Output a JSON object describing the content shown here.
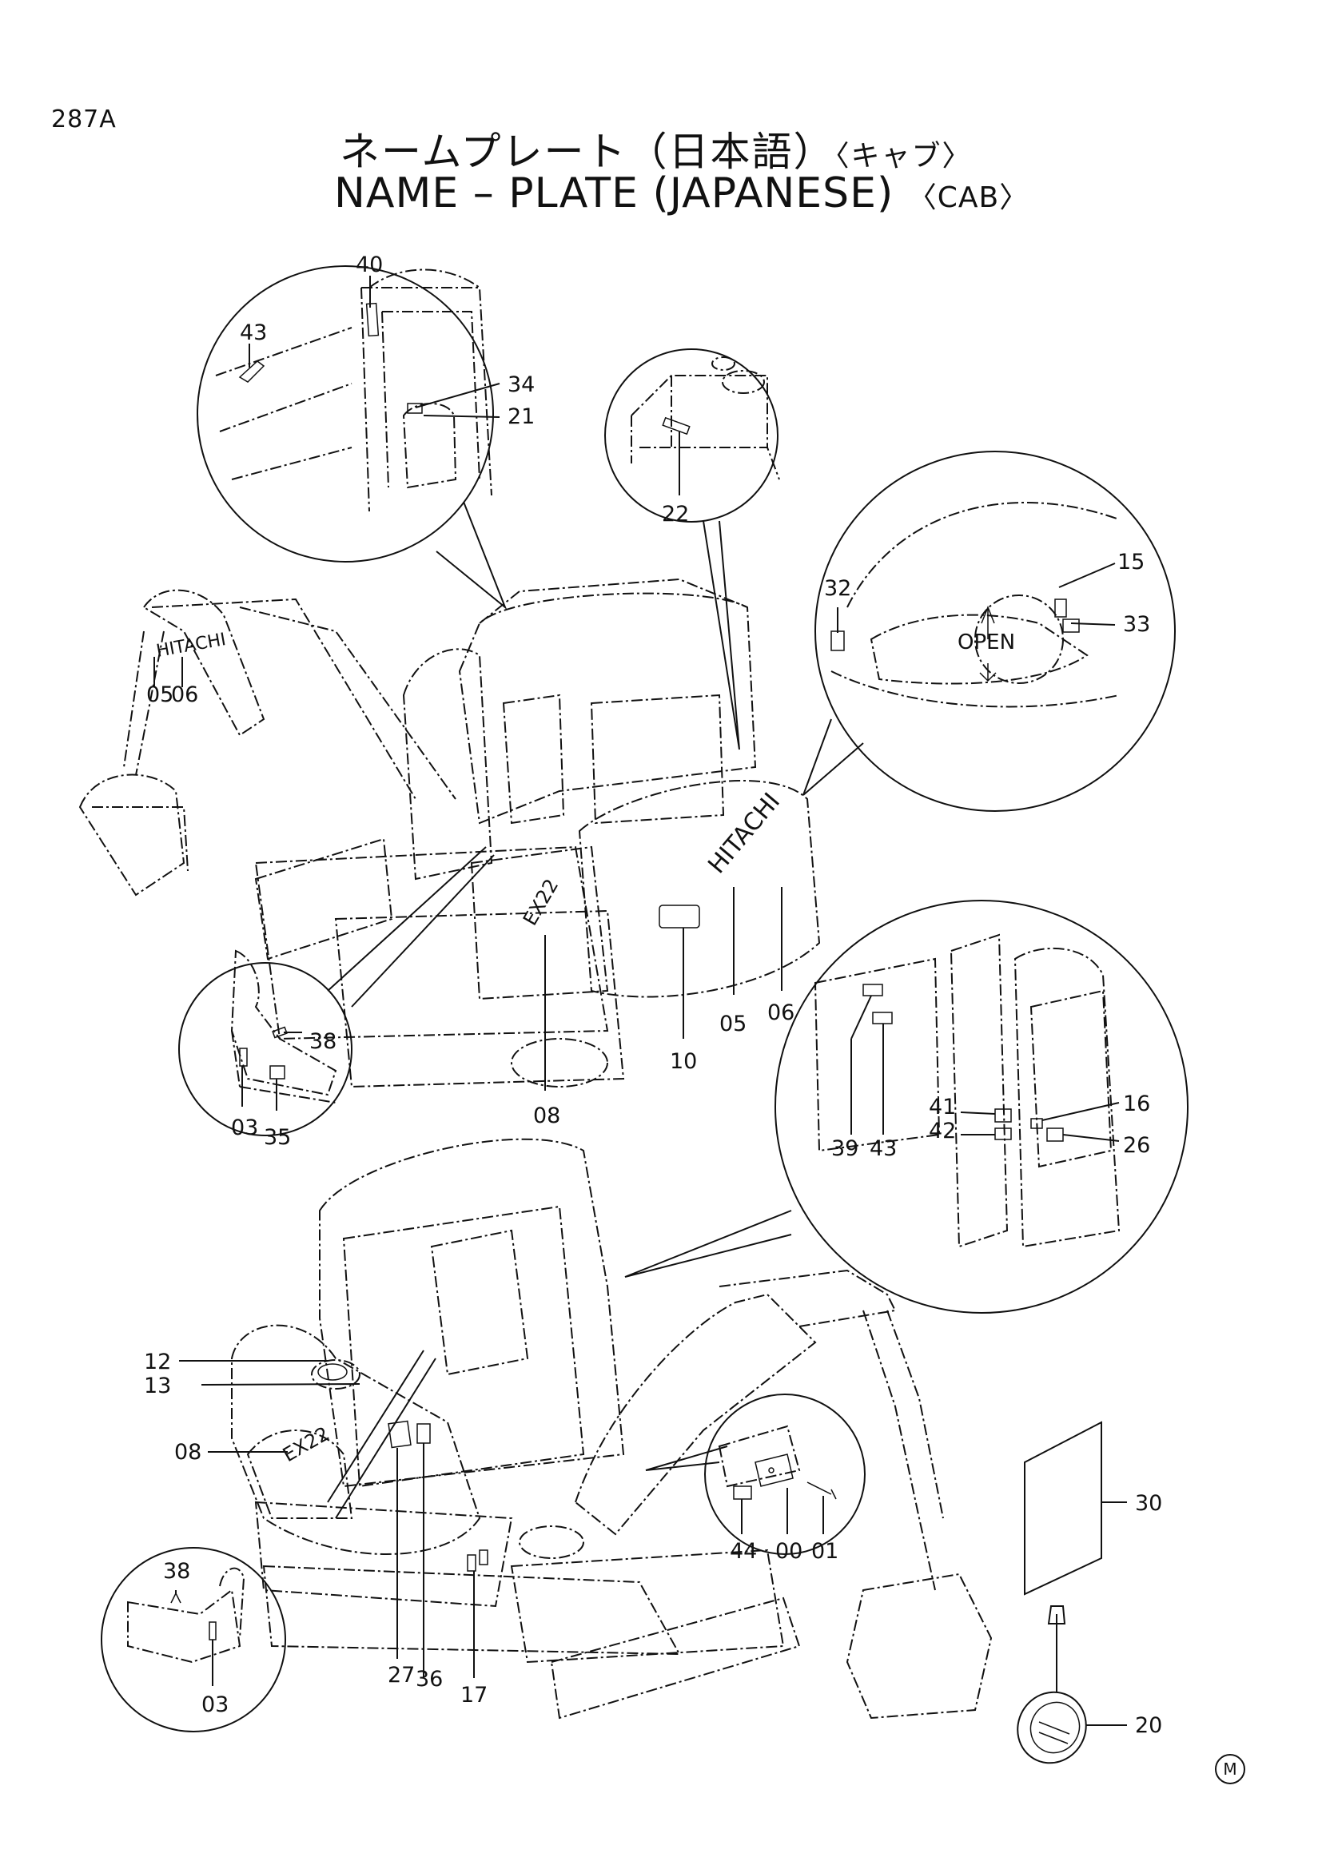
{
  "header": {
    "page_code": "287A",
    "title_ja": "ネームプレート（日本語）",
    "title_ja_sub": "〈キャブ〉",
    "title_en": "NAME – PLATE  (JAPANESE)",
    "title_en_sub": "〈CAB〉"
  },
  "brand_text": {
    "boom": "HITACHI",
    "rear": "HITACHI",
    "model_top": "EX22",
    "model_bottom": "EX22",
    "open": "OPEN"
  },
  "callouts": {
    "c00": "00",
    "c01": "01",
    "c03a": "03",
    "c03b": "03",
    "c05a": "05",
    "c05b": "05",
    "c06a": "06",
    "c06b": "06",
    "c08a": "08",
    "c08b": "08",
    "c10": "10",
    "c12": "12",
    "c13": "13",
    "c15": "15",
    "c16": "16",
    "c17": "17",
    "c20": "20",
    "c21": "21",
    "c22": "22",
    "c26": "26",
    "c27": "27",
    "c30": "30",
    "c32": "32",
    "c33": "33",
    "c34": "34",
    "c35": "35",
    "c36": "36",
    "c38a": "38",
    "c38b": "38",
    "c39": "39",
    "c40": "40",
    "c41": "41",
    "c42": "42",
    "c43a": "43",
    "c43b": "43",
    "c44": "44"
  },
  "footer": {
    "mark": "M"
  }
}
